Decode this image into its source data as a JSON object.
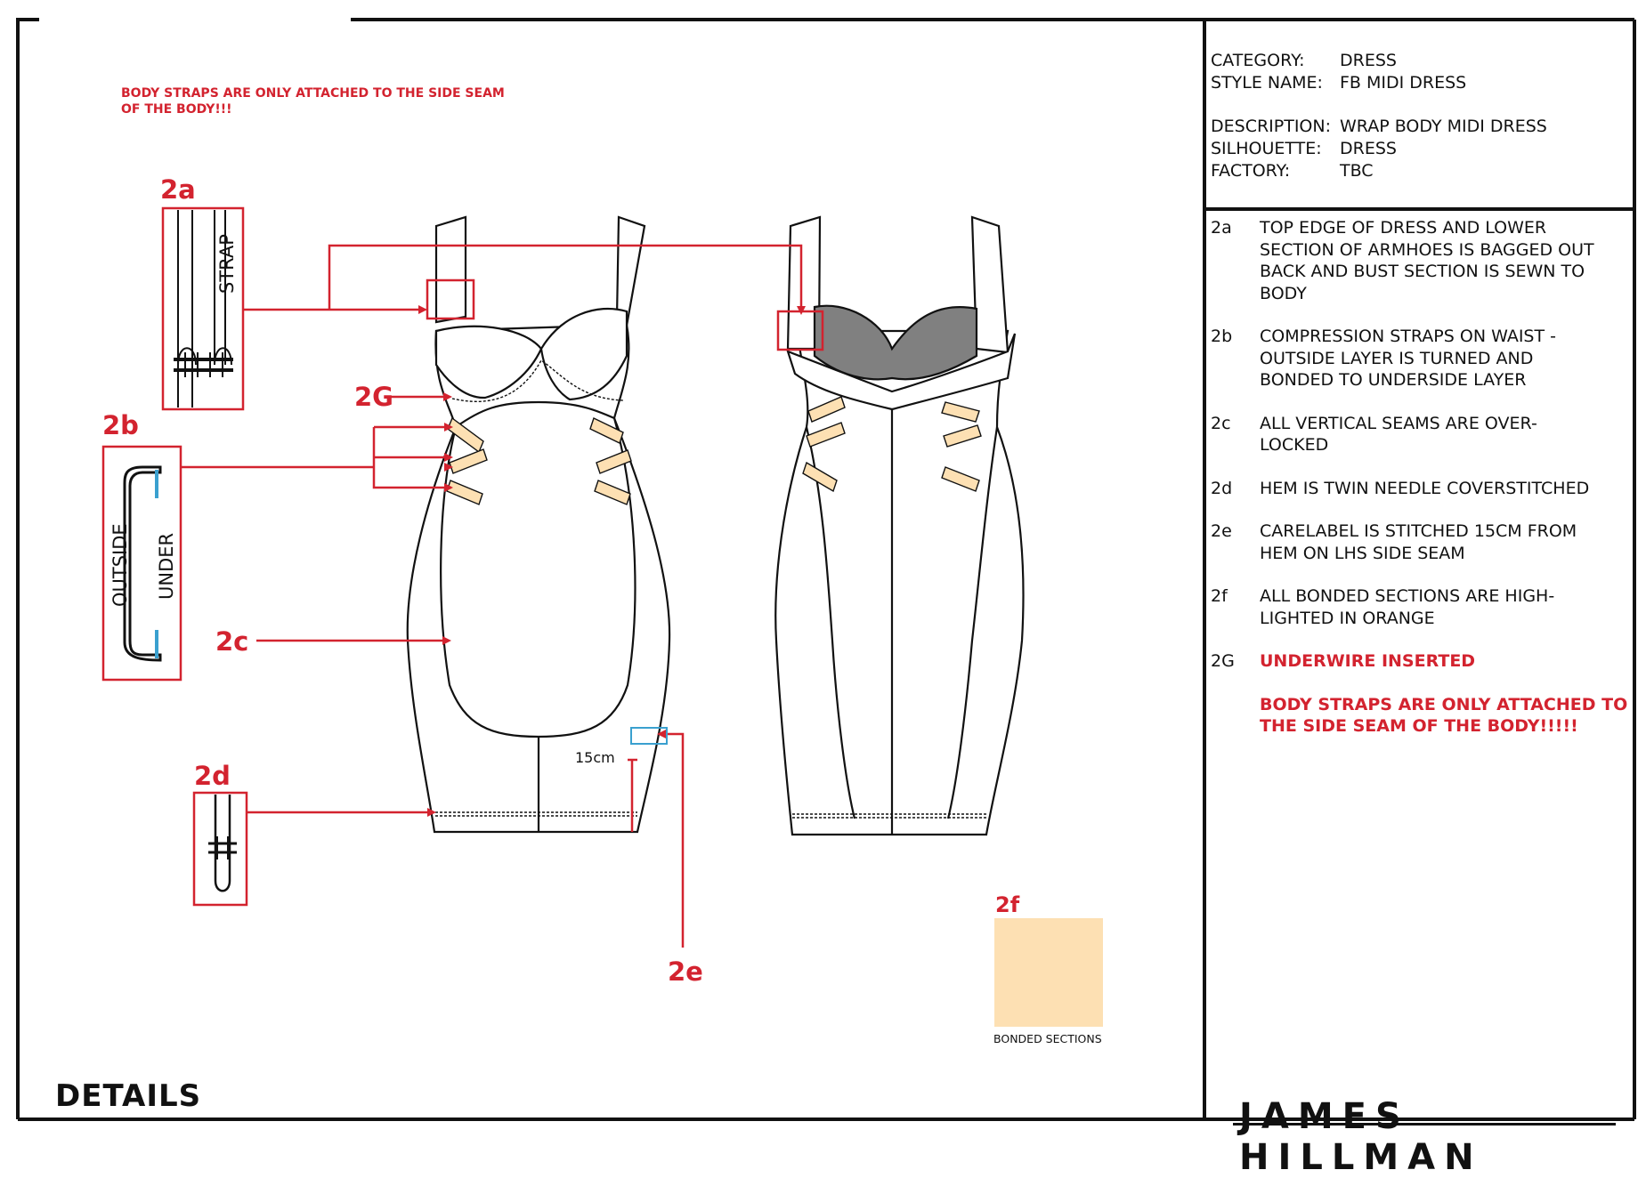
{
  "page": {
    "title": "DETAILS",
    "brand": "JAMES HILLMAN"
  },
  "top_note": "BODY STRAPS ARE ONLY ATTACHED TO THE SIDE SEAM\nOF THE BODY!!!",
  "spec": {
    "category_label": "CATEGORY:",
    "category": "DRESS",
    "style_label": "STYLE NAME:",
    "style": "FB MIDI DRESS",
    "description_label": "DESCRIPTION:",
    "description": "WRAP BODY MIDI DRESS",
    "silhouette_label": "SILHOUETTE:",
    "silhouette": "DRESS",
    "factory_label": "FACTORY:",
    "factory": "TBC"
  },
  "notes": [
    {
      "code": "2a",
      "text": "TOP EDGE OF DRESS AND LOWER\nSECTION OF ARMHOES IS BAGGED OUT\nBACK AND BUST SECTION IS SEWN TO\nBODY"
    },
    {
      "code": "2b",
      "text": "COMPRESSION STRAPS ON WAIST  -\nOUTSIDE LAYER IS TURNED AND\nBONDED TO UNDERSIDE LAYER"
    },
    {
      "code": "2c",
      "text": "ALL VERTICAL SEAMS ARE OVER-\nLOCKED"
    },
    {
      "code": "2d",
      "text": "HEM IS TWIN NEEDLE COVERSTITCHED"
    },
    {
      "code": "2e",
      "text": "CARELABEL IS STITCHED 15CM FROM\nHEM ON LHS SIDE SEAM"
    },
    {
      "code": "2f",
      "text": "ALL BONDED SECTIONS ARE HIGH-\nLIGHTED IN ORANGE"
    },
    {
      "code": "2G",
      "text": "UNDERWIRE INSERTED"
    }
  ],
  "notes_footer": "BODY STRAPS ARE ONLY ATTACHED TO\nTHE SIDE SEAM OF THE BODY!!!!!",
  "callouts": {
    "c2a": "2a",
    "c2b": "2b",
    "c2c": "2c",
    "c2d": "2d",
    "c2e": "2e",
    "c2f": "2f",
    "c2G": "2G",
    "strap": "STRAP",
    "outside": "OUTSIDE",
    "under": "UNDER",
    "measure": "15cm"
  },
  "swatch_label": "BONDED SECTIONS",
  "colors": {
    "callout_red": "#d3232f",
    "bonded_orange": "#fde0b3",
    "care_label_blue": "#3aa0cf",
    "cup_grey": "#808080"
  }
}
